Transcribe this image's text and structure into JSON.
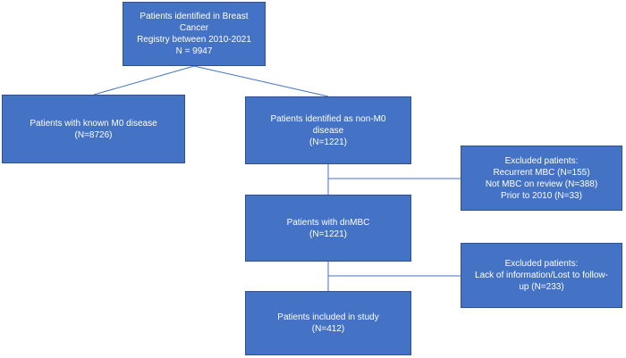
{
  "diagram": {
    "colors": {
      "box_fill": "#4472c4",
      "box_border": "#2f528f",
      "text": "#ffffff",
      "line": "#4472c4"
    },
    "registry": {
      "lines": [
        "Patients identified in Breast Cancer",
        "Registry between 2010-2021",
        "N = 9947"
      ]
    },
    "known_m0": {
      "lines": [
        "Patients with known M0 disease",
        "(N=8726)"
      ]
    },
    "non_m0": {
      "lines": [
        "Patients identified as non-M0",
        "disease",
        "(N=1221)"
      ]
    },
    "excluded_1": {
      "lines": [
        "Excluded patients:",
        "Recurrent MBC (N=155)",
        "Not MBC on review (N=388)",
        "Prior to 2010 (N=33)"
      ]
    },
    "dnmbc": {
      "lines": [
        "Patients with dnMBC",
        "(N=1221)"
      ]
    },
    "excluded_2": {
      "lines": [
        "Excluded patients:",
        "Lack of information/Lost to follow-",
        "up (N=233)"
      ]
    },
    "included": {
      "lines": [
        "Patients included in study",
        "(N=412)"
      ]
    }
  }
}
